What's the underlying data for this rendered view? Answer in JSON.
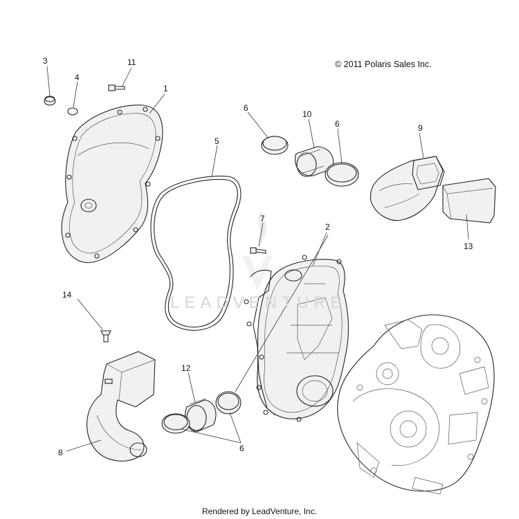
{
  "copyright": "© 2011 Polaris Sales Inc.",
  "footer": "Rendered by LeadVenture, Inc.",
  "watermark": "LEADVENTURE",
  "callouts": {
    "c1": "1",
    "c2": "2",
    "c3": "3",
    "c4": "4",
    "c5": "5",
    "c6a": "6",
    "c6b": "6",
    "c6c": "6",
    "c7": "7",
    "c8": "8",
    "c9": "9",
    "c10": "10",
    "c11": "11",
    "c12": "12",
    "c13": "13",
    "c14": "14"
  }
}
